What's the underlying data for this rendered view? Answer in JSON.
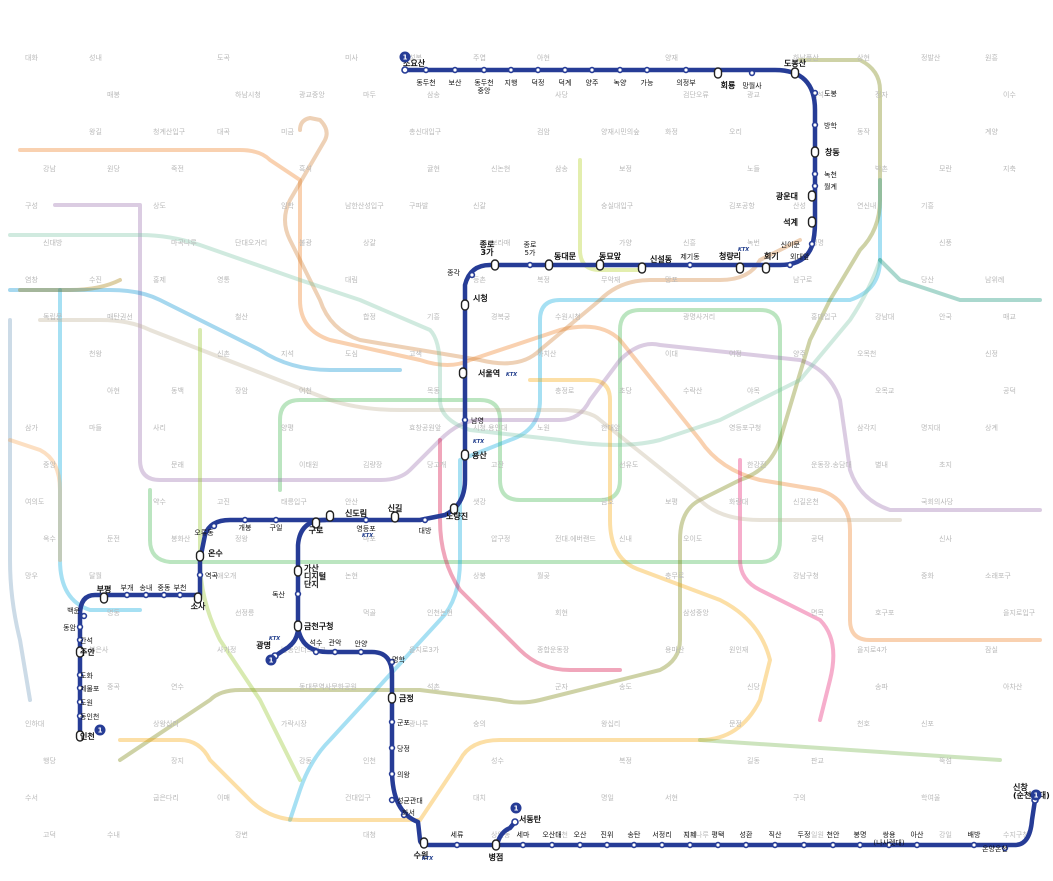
{
  "line": {
    "number": "1",
    "color": "#263c96"
  },
  "ktx_label": "KTX",
  "stations": [
    {
      "id": "soyosan",
      "name": "소요산",
      "kind": "term",
      "bold": true
    },
    {
      "id": "dongducheon",
      "name": "동두천",
      "kind": "stop"
    },
    {
      "id": "bosan",
      "name": "보산",
      "kind": "stop"
    },
    {
      "id": "ddc_jungang",
      "name": "동두천\n중앙",
      "kind": "stop"
    },
    {
      "id": "jihaeng",
      "name": "지행",
      "kind": "stop"
    },
    {
      "id": "deokjeong",
      "name": "덕정",
      "kind": "stop"
    },
    {
      "id": "deokgye",
      "name": "덕계",
      "kind": "stop"
    },
    {
      "id": "yangju",
      "name": "양주",
      "kind": "stop"
    },
    {
      "id": "nogyang",
      "name": "녹양",
      "kind": "stop"
    },
    {
      "id": "ganeung",
      "name": "가능",
      "kind": "stop"
    },
    {
      "id": "uijeongbu",
      "name": "의정부",
      "kind": "stop"
    },
    {
      "id": "hoeryong",
      "name": "회룡",
      "kind": "xfer",
      "bold": true
    },
    {
      "id": "mangwolsa",
      "name": "망월사",
      "kind": "stop"
    },
    {
      "id": "dobongsan",
      "name": "도봉산",
      "kind": "xfer",
      "bold": true
    },
    {
      "id": "dobong",
      "name": "도봉",
      "kind": "stop"
    },
    {
      "id": "banghak",
      "name": "방학",
      "kind": "stop"
    },
    {
      "id": "changdong",
      "name": "창동",
      "kind": "xfer",
      "bold": true
    },
    {
      "id": "nokcheon",
      "name": "녹천",
      "kind": "stop"
    },
    {
      "id": "wolgye",
      "name": "월계",
      "kind": "stop"
    },
    {
      "id": "gwangundae",
      "name": "광운대",
      "kind": "xfer",
      "bold": true
    },
    {
      "id": "seokgye",
      "name": "석계",
      "kind": "xfer",
      "bold": true
    },
    {
      "id": "sinimun",
      "name": "신이문",
      "kind": "stop"
    },
    {
      "id": "oedae",
      "name": "외대앞",
      "kind": "stop"
    },
    {
      "id": "hoegi",
      "name": "회기",
      "kind": "xfer",
      "bold": true
    },
    {
      "id": "cheongnyangni",
      "name": "청량리",
      "kind": "xfer",
      "bold": true
    },
    {
      "id": "jegidong",
      "name": "제기동",
      "kind": "stop"
    },
    {
      "id": "sinseoldong",
      "name": "신설동",
      "kind": "xfer",
      "bold": true
    },
    {
      "id": "dongmyo",
      "name": "동묘앞",
      "kind": "xfer",
      "bold": true
    },
    {
      "id": "dongdaemun",
      "name": "동대문",
      "kind": "xfer",
      "bold": true
    },
    {
      "id": "jongno5",
      "name": "종로\n5가",
      "kind": "stop"
    },
    {
      "id": "jongno3",
      "name": "종로\n3가",
      "kind": "xfer",
      "bold": true
    },
    {
      "id": "jonggak",
      "name": "종각",
      "kind": "stop"
    },
    {
      "id": "cityhall",
      "name": "시청",
      "kind": "xfer",
      "bold": true
    },
    {
      "id": "seoulstn",
      "name": "서울역",
      "kind": "xfer",
      "bold": true
    },
    {
      "id": "namyeong",
      "name": "남영",
      "kind": "stop"
    },
    {
      "id": "yongsan",
      "name": "용산",
      "kind": "xfer",
      "bold": true
    },
    {
      "id": "noryangjin",
      "name": "노량진",
      "kind": "xfer",
      "bold": true
    },
    {
      "id": "daebang",
      "name": "대방",
      "kind": "stop"
    },
    {
      "id": "singil",
      "name": "신길",
      "kind": "xfer",
      "bold": true
    },
    {
      "id": "yeongdeungpo",
      "name": "영등포",
      "kind": "stop"
    },
    {
      "id": "sindorim",
      "name": "신도림",
      "kind": "xfer",
      "bold": true
    },
    {
      "id": "guro",
      "name": "구로",
      "kind": "xfer",
      "bold": true
    },
    {
      "id": "guil",
      "name": "구일",
      "kind": "stop"
    },
    {
      "id": "gaebong",
      "name": "개봉",
      "kind": "stop"
    },
    {
      "id": "oryudong",
      "name": "오류동",
      "kind": "stop"
    },
    {
      "id": "onsu",
      "name": "온수",
      "kind": "xfer",
      "bold": true
    },
    {
      "id": "yeokgok",
      "name": "역곡",
      "kind": "stop"
    },
    {
      "id": "sosa",
      "name": "소사",
      "kind": "xfer",
      "bold": true
    },
    {
      "id": "bucheon",
      "name": "부천",
      "kind": "stop"
    },
    {
      "id": "jungdong",
      "name": "중동",
      "kind": "stop"
    },
    {
      "id": "songnae",
      "name": "송내",
      "kind": "stop"
    },
    {
      "id": "bugae",
      "name": "부개",
      "kind": "stop"
    },
    {
      "id": "bupyeong",
      "name": "부평",
      "kind": "xfer",
      "bold": true
    },
    {
      "id": "baegun",
      "name": "백운",
      "kind": "stop"
    },
    {
      "id": "dongam",
      "name": "동암",
      "kind": "stop"
    },
    {
      "id": "ganseok",
      "name": "간석",
      "kind": "stop"
    },
    {
      "id": "juan",
      "name": "주안",
      "kind": "xfer",
      "bold": true
    },
    {
      "id": "dohwa",
      "name": "도화",
      "kind": "stop"
    },
    {
      "id": "jemulpo",
      "name": "제물포",
      "kind": "stop"
    },
    {
      "id": "dowon",
      "name": "도원",
      "kind": "stop"
    },
    {
      "id": "dongincheon",
      "name": "동인천",
      "kind": "stop"
    },
    {
      "id": "incheon",
      "name": "인천",
      "kind": "xfer",
      "bold": true
    },
    {
      "id": "gasan",
      "name": "가산\n디지털\n단지",
      "kind": "xfer",
      "bold": true
    },
    {
      "id": "doksan",
      "name": "독산",
      "kind": "stop"
    },
    {
      "id": "geumcheon",
      "name": "금천구청",
      "kind": "xfer",
      "bold": true
    },
    {
      "id": "gwangmyeong",
      "name": "광명",
      "kind": "term",
      "bold": true
    },
    {
      "id": "seoksu",
      "name": "석수",
      "kind": "stop"
    },
    {
      "id": "gwanak",
      "name": "관악",
      "kind": "stop"
    },
    {
      "id": "anyang",
      "name": "안양",
      "kind": "stop"
    },
    {
      "id": "myeonghak",
      "name": "명학",
      "kind": "stop"
    },
    {
      "id": "geumjeong",
      "name": "금정",
      "kind": "xfer",
      "bold": true
    },
    {
      "id": "gunpo",
      "name": "군포",
      "kind": "stop"
    },
    {
      "id": "dangjeong",
      "name": "당정",
      "kind": "stop"
    },
    {
      "id": "uiwang",
      "name": "의왕",
      "kind": "stop"
    },
    {
      "id": "seonggyun",
      "name": "성균관대",
      "kind": "stop"
    },
    {
      "id": "hwaseo",
      "name": "화서",
      "kind": "stop"
    },
    {
      "id": "suwon",
      "name": "수원",
      "kind": "xfer",
      "bold": true
    },
    {
      "id": "seryu",
      "name": "세류",
      "kind": "stop"
    },
    {
      "id": "byeongjeom",
      "name": "병점",
      "kind": "xfer",
      "bold": true
    },
    {
      "id": "seodongtan",
      "name": "서동탄",
      "kind": "term",
      "bold": true
    },
    {
      "id": "sema",
      "name": "세마",
      "kind": "stop"
    },
    {
      "id": "osandae",
      "name": "오산대",
      "kind": "stop"
    },
    {
      "id": "osan",
      "name": "오산",
      "kind": "stop"
    },
    {
      "id": "jinwi",
      "name": "진위",
      "kind": "stop"
    },
    {
      "id": "songtan",
      "name": "송탄",
      "kind": "stop"
    },
    {
      "id": "seojeongni",
      "name": "서정리",
      "kind": "stop"
    },
    {
      "id": "jije",
      "name": "지제",
      "kind": "stop"
    },
    {
      "id": "pyeongtaek",
      "name": "평택",
      "kind": "stop"
    },
    {
      "id": "seonghwan",
      "name": "성환",
      "kind": "stop"
    },
    {
      "id": "jiksan",
      "name": "직산",
      "kind": "stop"
    },
    {
      "id": "dujeong",
      "name": "두정",
      "kind": "stop"
    },
    {
      "id": "cheonan",
      "name": "천안",
      "kind": "stop"
    },
    {
      "id": "bongmyeong",
      "name": "봉명",
      "kind": "stop"
    },
    {
      "id": "ssangyong",
      "name": "쌍용\n(나사렛대)",
      "kind": "stop"
    },
    {
      "id": "asan",
      "name": "아산",
      "kind": "stop"
    },
    {
      "id": "baebang",
      "name": "배방",
      "kind": "stop"
    },
    {
      "id": "onyang",
      "name": "온양온천",
      "kind": "stop"
    },
    {
      "id": "sinchang",
      "name": "신창\n(순천향대)",
      "kind": "term",
      "bold": true
    }
  ],
  "background_lines": [
    {
      "name": "line-2",
      "color": "#3cb44a"
    },
    {
      "name": "line-3",
      "color": "#ef7c1c"
    },
    {
      "name": "line-4",
      "color": "#00a5de"
    },
    {
      "name": "line-5",
      "color": "#996cac"
    },
    {
      "name": "line-6",
      "color": "#cd7c2f"
    },
    {
      "name": "line-7",
      "color": "#747f00"
    },
    {
      "name": "line-8",
      "color": "#e6186c"
    },
    {
      "name": "line-9",
      "color": "#bdb092"
    },
    {
      "name": "gyeongui",
      "color": "#77c4a3"
    },
    {
      "name": "suin-bundang",
      "color": "#f5a200"
    },
    {
      "name": "sinbundang",
      "color": "#d4003b"
    },
    {
      "name": "airport",
      "color": "#0090d2"
    },
    {
      "name": "gyeongchun",
      "color": "#0c8e72"
    },
    {
      "name": "ui-sinseol",
      "color": "#b0ce18"
    },
    {
      "name": "seohae",
      "color": "#8fc31f"
    },
    {
      "name": "gimpo",
      "color": "#a17800"
    },
    {
      "name": "uijeongbu-lrt",
      "color": "#fda600"
    },
    {
      "name": "everline",
      "color": "#6fb245"
    },
    {
      "name": "incheon-1",
      "color": "#6e98bb"
    },
    {
      "name": "incheon-2",
      "color": "#f5a251"
    }
  ],
  "background_labels": [
    "대화",
    "주엽",
    "정발산",
    "마두",
    "백석",
    "대곡",
    "화정",
    "원당",
    "삼송",
    "지축",
    "구파발",
    "연신내",
    "불광",
    "녹번",
    "홍제",
    "무악재",
    "독립문",
    "경복궁",
    "안국",
    "도심",
    "양주",
    "장암",
    "수락산",
    "마들",
    "노원",
    "상계",
    "당고개",
    "별내",
    "태릉입구",
    "화랑대",
    "봉화산",
    "신내",
    "망우",
    "상봉",
    "중화",
    "먹골",
    "면목",
    "사가정",
    "용마산",
    "중곡",
    "군자",
    "아차산",
    "광나루",
    "천호",
    "강동",
    "길동",
    "굽은다리",
    "명일",
    "고덕",
    "상일동",
    "강일",
    "미사",
    "하남풍산",
    "하남시청",
    "검단오류",
    "왕길",
    "검암",
    "계양",
    "귤현",
    "박촌",
    "임학",
    "김포공항",
    "마곡나루",
    "가양",
    "염창",
    "등촌",
    "당산",
    "합정",
    "홍대입구",
    "신촌",
    "이대",
    "아현",
    "충정로",
    "공덕",
    "효창공원앞",
    "삼각지",
    "이태원",
    "한강진",
    "약수",
    "금호",
    "옥수",
    "압구정",
    "신사",
    "논현",
    "강남구청",
    "선정릉",
    "삼성중앙",
    "봉은사",
    "종합운동장",
    "잠실",
    "석촌",
    "송파",
    "가락시장",
    "문정",
    "장지",
    "복정",
    "수서",
    "대치",
    "학여울",
    "대청",
    "일원",
    "도곡",
    "양재",
    "매봉",
    "사당",
    "이수",
    "총신대입구",
    "동작",
    "흑석",
    "노들",
    "상도",
    "숭실대입구",
    "신대방",
    "보라매",
    "신풍",
    "대림",
    "남구로",
    "철산",
    "광명사거리",
    "천왕",
    "까치산",
    "신정",
    "목동",
    "오목교",
    "양평",
    "영등포구청",
    "문래",
    "선유도",
    "여의도",
    "샛강",
    "국회의사당",
    "마포",
    "공덕",
    "애오개",
    "충무로",
    "명동",
    "회현",
    "을지로입구",
    "을지로3가",
    "을지로4가",
    "동대문역사문화공원",
    "신당",
    "상왕십리",
    "왕십리",
    "행당",
    "성수",
    "뚝섬",
    "건대입구",
    "구의",
    "강변",
    "잠실나루",
    "성내",
    "아현",
    "원흥",
    "삼송",
    "정자",
    "미금",
    "오리",
    "죽전",
    "보정",
    "구성",
    "신갈",
    "기흥",
    "상갈",
    "청명",
    "영통",
    "망포",
    "매탄권선",
    "수원시청",
    "매교",
    "고색",
    "오목천",
    "어천",
    "야목",
    "사리",
    "한대앞",
    "중앙",
    "고잔",
    "초지",
    "안산",
    "신길온천",
    "정왕",
    "오이도",
    "달월",
    "월곶",
    "소래포구",
    "인천논현",
    "호구포",
    "남동인더스파크",
    "원인재",
    "연수",
    "송도",
    "인하대",
    "숭의",
    "신포",
    "인천",
    "판교",
    "이매",
    "서현",
    "수내",
    "동천",
    "수지구청",
    "성복",
    "상현",
    "광교중앙",
    "광교",
    "청계산입구",
    "양재시민의숲",
    "강남",
    "신논현",
    "모란",
    "남한산성입구",
    "산성",
    "단대오거리",
    "신흥",
    "수진",
    "복정",
    "남위례",
    "기흥",
    "강남대",
    "지석",
    "어정",
    "동백",
    "초당",
    "삼가",
    "시청.용인대",
    "명지대",
    "김량장",
    "운동장.송담대",
    "고진",
    "보평",
    "둔전",
    "전대.에버랜드"
  ]
}
